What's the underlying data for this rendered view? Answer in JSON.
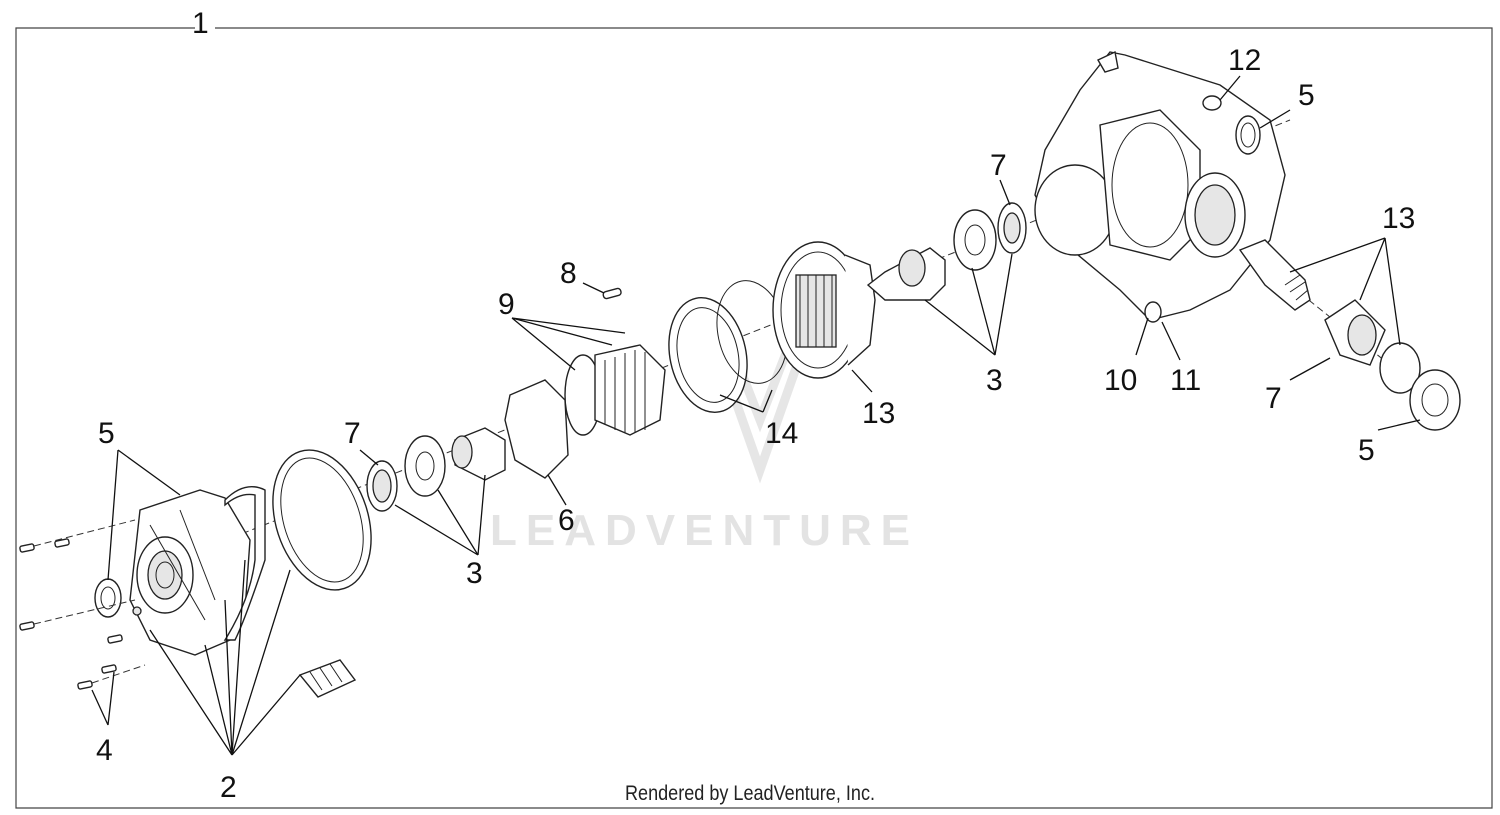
{
  "diagram": {
    "callouts": {
      "c1": "1",
      "c2": "2",
      "c3a": "3",
      "c3b": "3",
      "c4": "4",
      "c5a": "5",
      "c5b": "5",
      "c5c": "5",
      "c6": "6",
      "c7a": "7",
      "c7b": "7",
      "c7c": "7",
      "c8": "8",
      "c9": "9",
      "c10": "10",
      "c11": "11",
      "c12": "12",
      "c13a": "13",
      "c13b": "13",
      "c14": "14"
    },
    "watermark": "LEADVENTURE",
    "footer": "Rendered by LeadVenture, Inc."
  }
}
